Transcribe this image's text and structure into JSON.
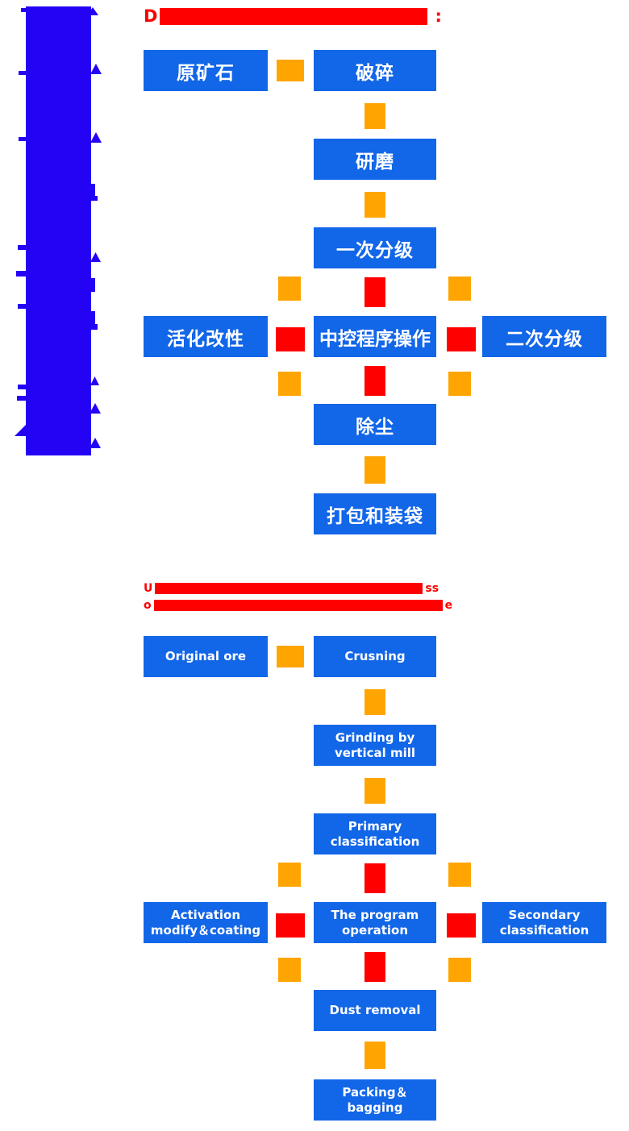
{
  "colors": {
    "banner_blue": "#2403F5",
    "box_blue": "#1266E8",
    "connector_orange": "#FFA502",
    "connector_red": "#FF0000",
    "title_red": "#FF0000",
    "box_text": "#FFFFFF"
  },
  "section_cn": {
    "title": {
      "prefix": "D",
      "suffix": ":"
    },
    "nodes": {
      "original_ore": "原矿石",
      "crushing": "破碎",
      "grinding": "研磨",
      "primary": "一次分级",
      "activation": "活化改性",
      "center": "中控程序操作",
      "secondary": "二次分级",
      "dust": "除尘",
      "packing": "打包和装袋"
    }
  },
  "section_en": {
    "title": {
      "line1_prefix": "U",
      "line1_suffix": "ss",
      "line2_prefix": "o",
      "line2_suffix": "e"
    },
    "nodes": {
      "original_ore": "Original ore",
      "crushing": "Crusning",
      "grinding": "Grinding by vertical mill",
      "primary": "Primary classification",
      "activation": "Activation modify＆coating",
      "center": "The program operation",
      "secondary": "Secondary classification",
      "dust": "Dust removal",
      "packing": "Packing＆bagging"
    }
  }
}
